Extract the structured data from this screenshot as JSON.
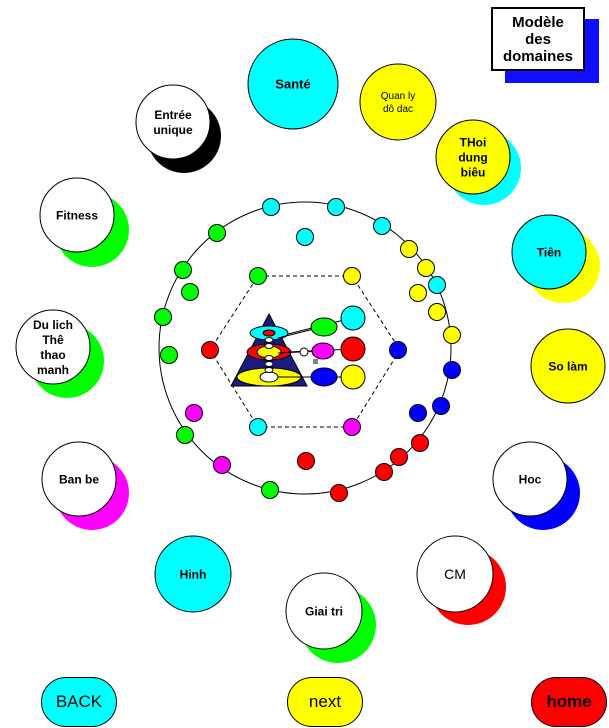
{
  "title": "Modèle\ndes\ndomaines",
  "domains": [
    {
      "label": "Santé",
      "fill": "#00ffff",
      "shadow": null
    },
    {
      "label": "Quan ly\ndô dac",
      "fill": "#ffff00",
      "shadow": null
    },
    {
      "label": "THoi\ndung\nbiêu",
      "fill": "#ffff00",
      "shadow": "#00ffff"
    },
    {
      "label": "Tiên",
      "fill": "#00ffff",
      "shadow": "#ffff00"
    },
    {
      "label": "So làm",
      "fill": "#ffff00",
      "shadow": null
    },
    {
      "label": "Hoc",
      "fill": "#ffffff",
      "shadow": "#0000ff"
    },
    {
      "label": "CM",
      "fill": "#ffffff",
      "shadow": "#ff0000"
    },
    {
      "label": "Giai tri",
      "fill": "#ffffff",
      "shadow": "#00ff00"
    },
    {
      "label": "Hinh",
      "fill": "#00ffff",
      "shadow": null
    },
    {
      "label": "Ban be",
      "fill": "#ffffff",
      "shadow": "#ff00ff"
    },
    {
      "label": "Du lich\nThê\nthao\nmanh",
      "fill": "#ffffff",
      "shadow": "#00ff00"
    },
    {
      "label": "Fitness",
      "fill": "#ffffff",
      "shadow": "#00ff00"
    },
    {
      "label": "Entrée\nunique",
      "fill": "#ffffff",
      "shadow": "#000000"
    }
  ],
  "nav": {
    "back": {
      "label": "BACK",
      "color": "#00ffff"
    },
    "next": {
      "label": "next",
      "color": "#ffff00"
    },
    "home": {
      "label": "home",
      "color": "#ff0000"
    }
  },
  "colors": {
    "cyan": "#00ffff",
    "yellow": "#ffff00",
    "green": "#00ff00",
    "red": "#ff0000",
    "blue": "#0000ff",
    "magenta": "#ff00ff",
    "navy": "#1a1a80"
  }
}
